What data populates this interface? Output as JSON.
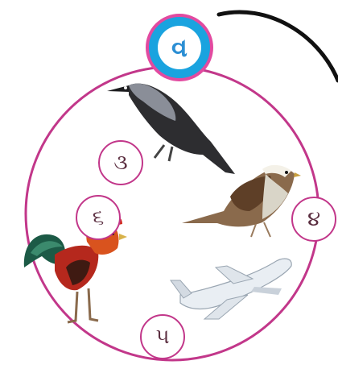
{
  "title_label": "વ",
  "labels": {
    "crow": "૩",
    "sparrow": "૪",
    "rooster": "૬",
    "airplane": "૫"
  },
  "colors": {
    "ring": "#c2378a",
    "title_fill": "#1aa3df",
    "title_border": "#e24aa0",
    "connector": "#000000"
  }
}
